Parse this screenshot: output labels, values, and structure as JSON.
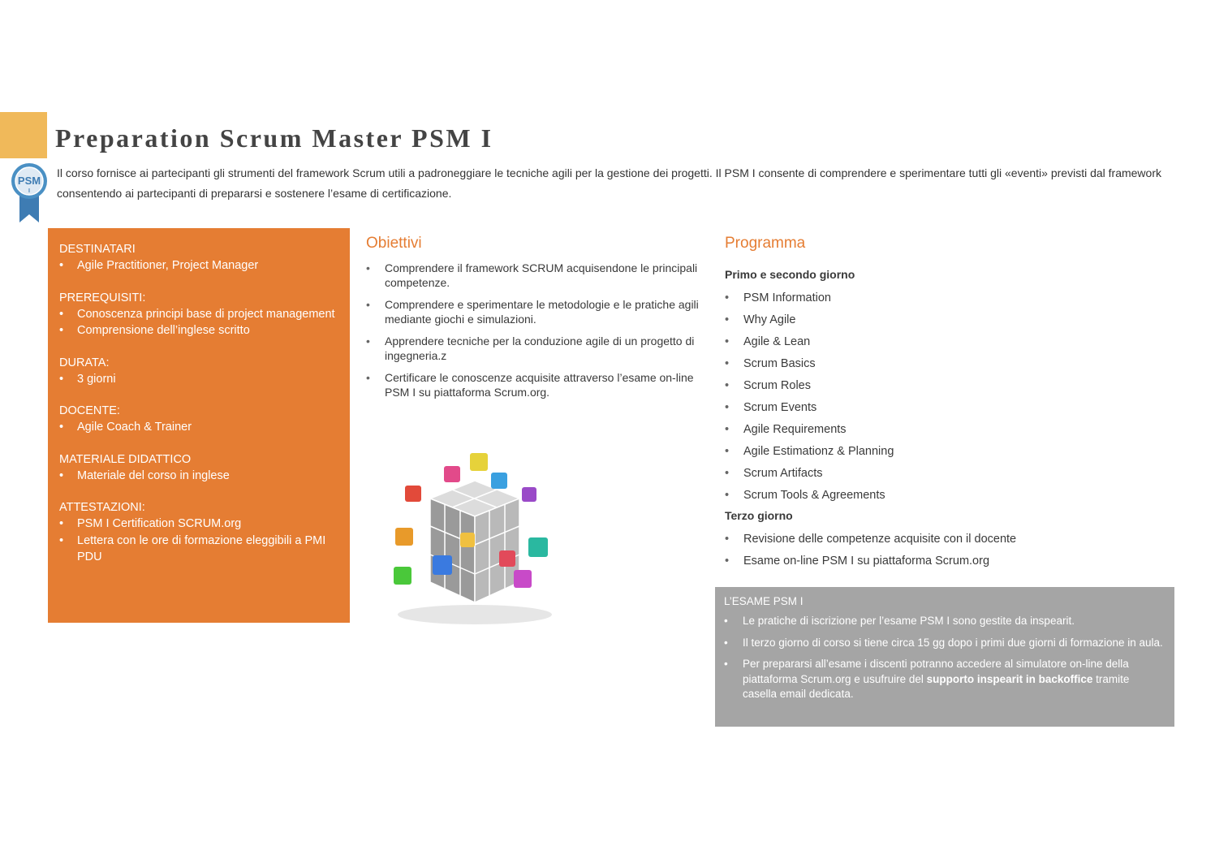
{
  "header": {
    "title": "Preparation Scrum Master PSM I",
    "badge_text": "PSM",
    "badge_sub": "I",
    "intro": "Il corso fornisce ai partecipanti gli strumenti del framework Scrum utili a padroneggiare le tecniche agili per la gestione dei progetti.  Il PSM I consente di comprendere e sperimentare  tutti gli «eventi»  previsti dal framework consentendo ai partecipanti di prepararsi e sostenere l’esame di certificazione."
  },
  "info": {
    "sections": [
      {
        "heading": "DESTINATARI",
        "items": [
          "Agile Practitioner, Project Manager"
        ]
      },
      {
        "heading": "PREREQUISITI:",
        "items": [
          "Conoscenza principi base di project management",
          "Comprensione dell’inglese scritto"
        ]
      },
      {
        "heading": "DURATA:",
        "items": [
          "3  giorni"
        ]
      },
      {
        "heading": "DOCENTE:",
        "items": [
          "Agile Coach & Trainer"
        ]
      },
      {
        "heading": "MATERIALE DIDATTICO",
        "items": [
          "Materiale del corso in inglese"
        ]
      },
      {
        "heading": "ATTESTAZIONI:",
        "items": [
          "PSM I Certification SCRUM.org",
          "Lettera con le ore di formazione eleggibili a PMI PDU"
        ]
      }
    ]
  },
  "objectives": {
    "title": "Obiettivi",
    "items": [
      "Comprendere  il framework SCRUM acquisendone le principali competenze.",
      "Comprendere e sperimentare le metodologie e le pratiche agili mediante giochi e simulazioni.",
      "Apprendere tecniche per la conduzione agile di un progetto di ingegneria.z",
      "Certificare le conoscenze acquisite attraverso l’esame  on-line PSM I su piattaforma Scrum.org."
    ]
  },
  "program": {
    "title": "Programma",
    "day1_label": "Primo e secondo giorno",
    "day1_items": [
      "PSM Information",
      "Why Agile",
      "Agile & Lean",
      "Scrum Basics",
      "Scrum Roles",
      "Scrum Events",
      "Agile Requirements",
      "Agile Estimationz & Planning",
      "Scrum Artifacts",
      "Scrum Tools & Agreements"
    ],
    "day3_label": "Terzo giorno",
    "day3_items": [
      "Revisione delle competenze acquisite con il docente",
      "Esame  on-line PSM I su piattaforma Scrum.org"
    ]
  },
  "exam": {
    "title": "L’ESAME PSM I",
    "item1": "Le pratiche di iscrizione per l’esame PSM I sono gestite da inspearit.",
    "item2": "Il terzo giorno di corso si tiene circa 15 gg dopo i primi due giorni di formazione in aula.",
    "item3_a": "Per prepararsi all’esame i discenti potranno accedere al simulatore on-line della piattaforma Scrum.org e usufruire del ",
    "item3_b": "supporto inspearit in backoffice",
    "item3_c": " tramite casella email dedicata."
  },
  "colors": {
    "orange": "#e57d33",
    "accent": "#f0b95a",
    "grey_box": "#a5a5a5",
    "badge_blue": "#4a90c4"
  }
}
